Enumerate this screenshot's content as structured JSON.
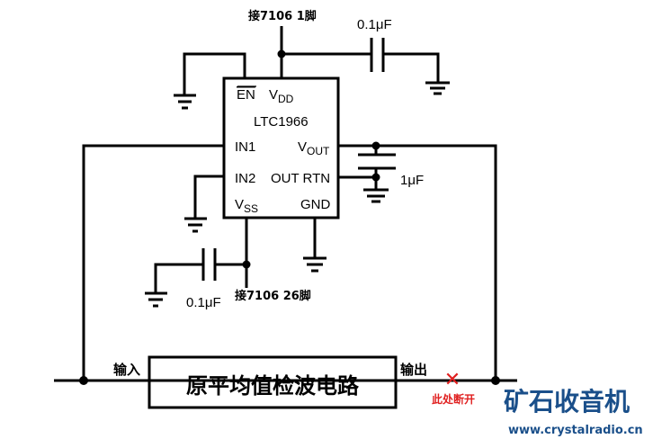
{
  "chip": {
    "name": "LTC1966",
    "pins": {
      "en": "EN",
      "vdd": "V",
      "vdd_sub": "DD",
      "in1": "IN1",
      "vout": "V",
      "vout_sub": "OUT",
      "in2": "IN2",
      "out_rtn": "OUT RTN",
      "vss": "V",
      "vss_sub": "SS",
      "gnd": "GND"
    }
  },
  "labels": {
    "vdd_conn": "接7106 1脚",
    "vss_conn": "接7106 26脚",
    "cap_vdd": "0.1μF",
    "cap_vss": "0.1μF",
    "cap_out": "1μF",
    "input": "输入",
    "output": "输出",
    "block": "原平均值检波电路",
    "break_note": "此处断开",
    "break_mark": "✕"
  },
  "watermark": {
    "title": "矿石收音机",
    "url": "www.crystalradio.cn"
  },
  "colors": {
    "wire": "#000000",
    "break": "#e02020",
    "brand": "#1a4f8a"
  }
}
